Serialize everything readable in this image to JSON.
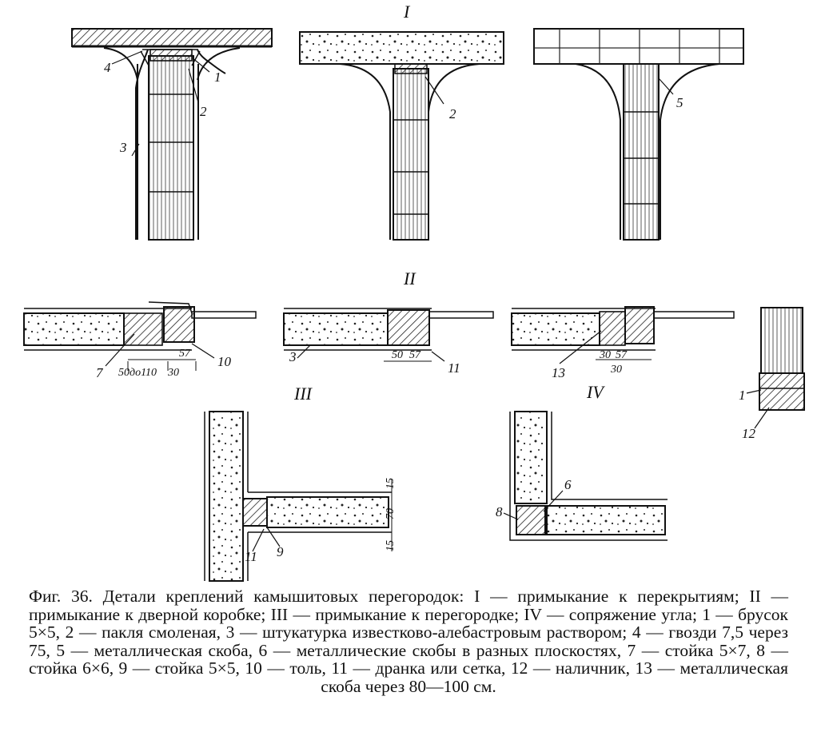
{
  "labels": {
    "roman": [
      "I",
      "II",
      "III",
      "IV"
    ],
    "callouts": [
      "1",
      "2",
      "3",
      "4",
      "5",
      "6",
      "7",
      "8",
      "9",
      "10",
      "11",
      "12",
      "13"
    ],
    "dimensions": {
      "d_50do110": "50до110",
      "d_30": "30",
      "d_57": "57",
      "d_50": "50",
      "d_15": "15",
      "d_70": "70"
    }
  },
  "caption": "Фиг. 36. Детали креплений камышитовых перегородок: I — примыкание к перекрытиям; II — примыкание к дверной коробке; III — примыкание к перегородке; IV — сопряжение угла; 1 — брусок 5×5, 2 — пакля смоленая, 3 — штукатурка известково-алебастровым раствором; 4 — гвозди 7,5 через 75, 5 — металлическая скоба, 6 — металлические скобы в разных плоскостях, 7 — стойка 5×7, 8 — стойка 6×6, 9 — стойка 5×5, 10 — толь, 11 — дранка или сетка, 12 — наличник, 13 — металлическая скоба через 80—100 см.",
  "colors": {
    "ink": "#111111",
    "paper": "#ffffff"
  }
}
